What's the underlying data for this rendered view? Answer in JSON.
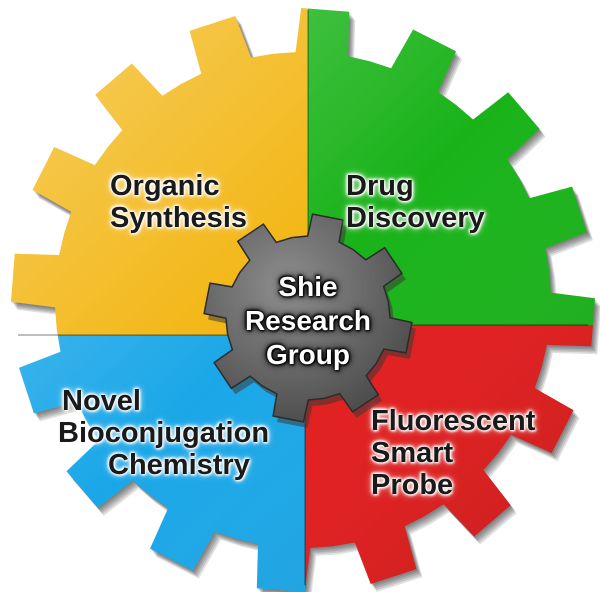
{
  "diagram": {
    "segments": [
      {
        "id": "organic",
        "lines": [
          "Organic",
          "Synthesis"
        ],
        "color": "#f2b50f",
        "shade": "#c78f00"
      },
      {
        "id": "drug",
        "lines": [
          "Drug",
          "Discovery"
        ],
        "color": "#19b319",
        "shade": "#0d7a0d"
      },
      {
        "id": "novel",
        "lines": [
          "Novel",
          "Bioconjugation",
          "Chemistry"
        ],
        "color": "#1aa7e8",
        "shade": "#0b6fa8"
      },
      {
        "id": "fluor",
        "lines": [
          "Fluorescent",
          "Smart",
          "Probe"
        ],
        "color": "#e31b1b",
        "shade": "#9e0c0c"
      }
    ],
    "center": {
      "lines": [
        "Shie",
        "Research",
        "Group"
      ],
      "color": "#6b6b6b",
      "shade": "#3a3a3a"
    }
  }
}
